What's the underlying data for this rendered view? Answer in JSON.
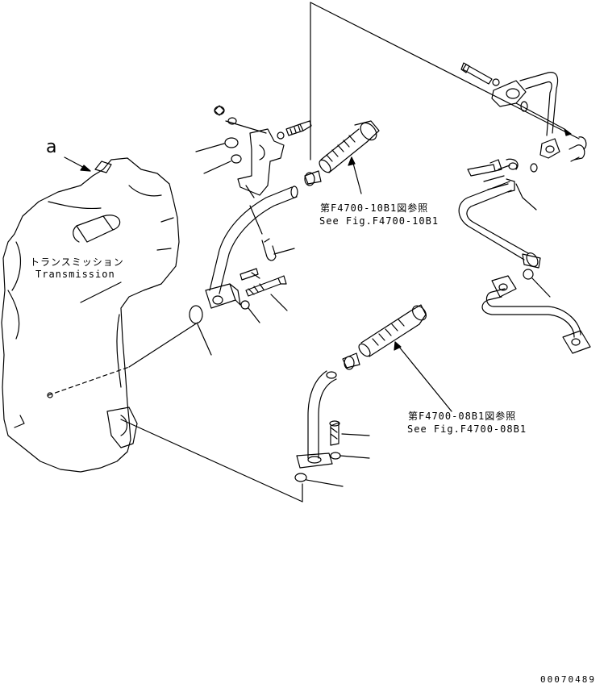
{
  "callout_a": "a",
  "transmission": {
    "jp": "トランスミッション",
    "en": "Transmission"
  },
  "ref_upper": {
    "jp": "第F4700-10B1図参照",
    "en": "See Fig.F4700-10B1"
  },
  "ref_lower": {
    "jp": "第F4700-08B1図参照",
    "en": "See Fig.F4700-08B1"
  },
  "drawing_no": "00070489",
  "colors": {
    "ink": "#000000",
    "background": "#ffffff"
  }
}
